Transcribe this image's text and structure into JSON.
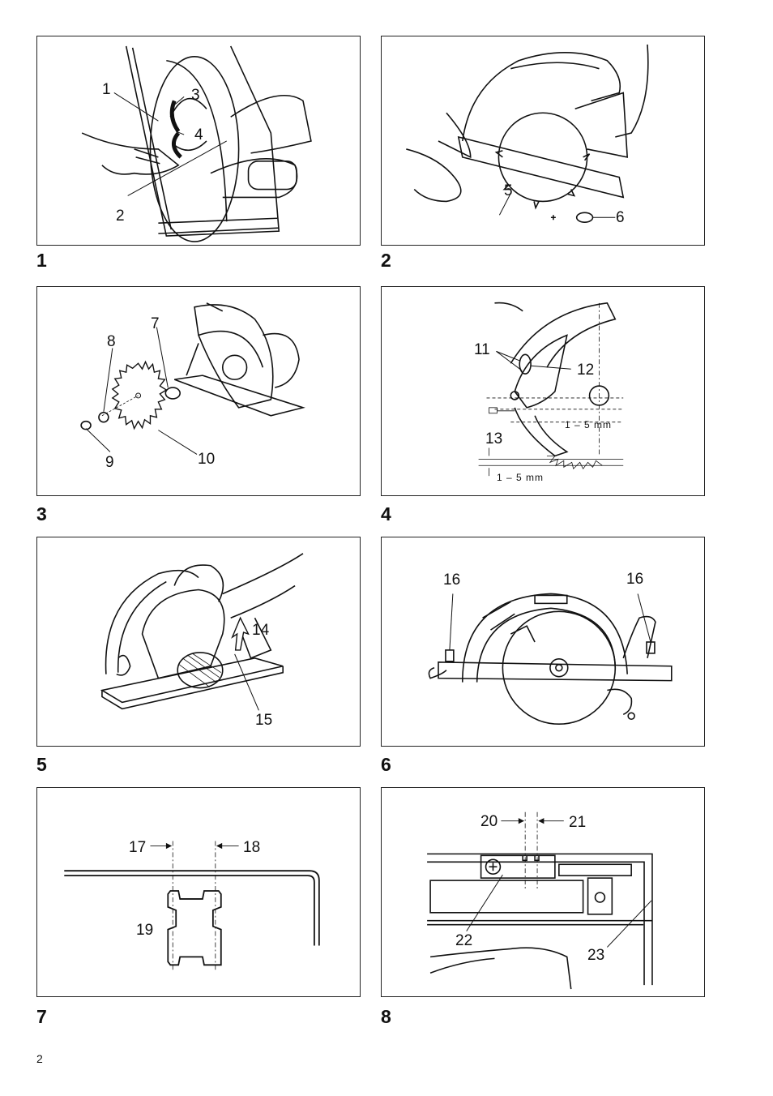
{
  "page_number": "2",
  "figures": [
    {
      "number": "1",
      "callouts": [
        "1",
        "2",
        "3",
        "4"
      ]
    },
    {
      "number": "2",
      "callouts": [
        "5",
        "6"
      ]
    },
    {
      "number": "3",
      "callouts": [
        "7",
        "8",
        "9",
        "10"
      ]
    },
    {
      "number": "4",
      "callouts": [
        "11",
        "12",
        "13"
      ],
      "dimensions": [
        "1 – 5 mm",
        "1 – 5 mm"
      ]
    },
    {
      "number": "5",
      "callouts": [
        "14",
        "15"
      ]
    },
    {
      "number": "6",
      "callouts": [
        "16",
        "16"
      ]
    },
    {
      "number": "7",
      "callouts": [
        "17",
        "18",
        "19"
      ]
    },
    {
      "number": "8",
      "callouts": [
        "20",
        "21",
        "22",
        "23"
      ]
    }
  ]
}
